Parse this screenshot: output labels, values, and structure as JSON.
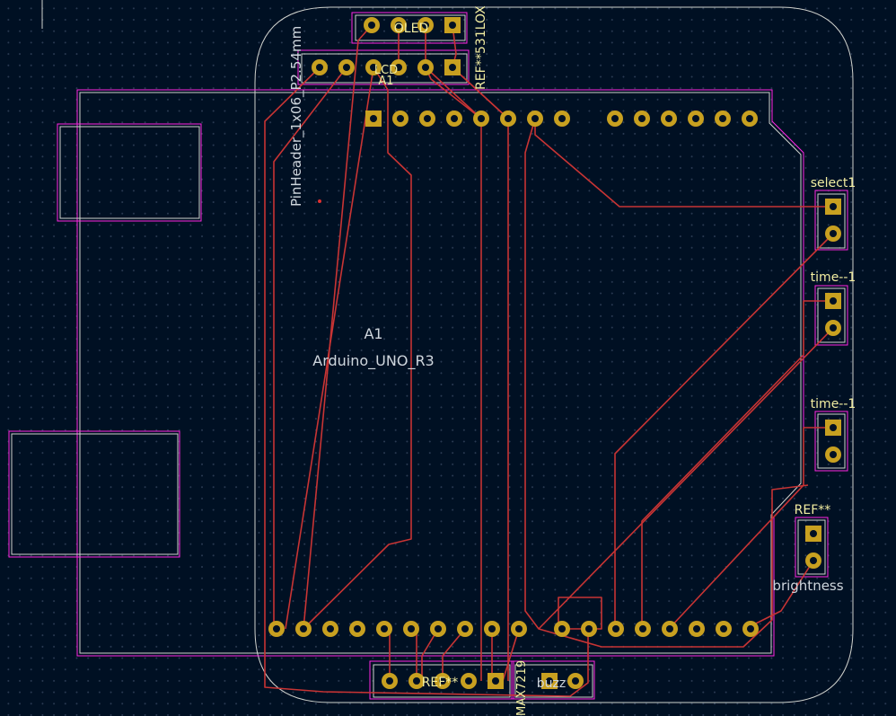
{
  "colors": {
    "background": "#001023",
    "copper": "#c83434",
    "pad": "#c8a020",
    "silkscreen": "#f2eda1",
    "courtyard": "#ff26e2",
    "edge_cuts": "#d0d2cd",
    "fab": "#cfd6dd"
  },
  "arduino": {
    "reference": "A1",
    "value": "Arduino_UNO_R3",
    "small_ref": "A1"
  },
  "labels": {
    "header_value": "PinHeader_1x06_P2.54mm",
    "oled_ref": "OLED",
    "oled_ref_small": "LCD",
    "vertical_ref": "REF**",
    "vertical_ref2": "531LOX",
    "select": "select1",
    "time1": "time--1",
    "time2": "time--1",
    "ref_pot": "REF**",
    "brightness": "brightness",
    "max_module": "MAX7219",
    "bottom_ref": "REF**",
    "buzzer": "buzz"
  },
  "icons": {
    "through_hole_pad": "through-hole-pad-icon",
    "square_pad": "square-pad-icon"
  }
}
